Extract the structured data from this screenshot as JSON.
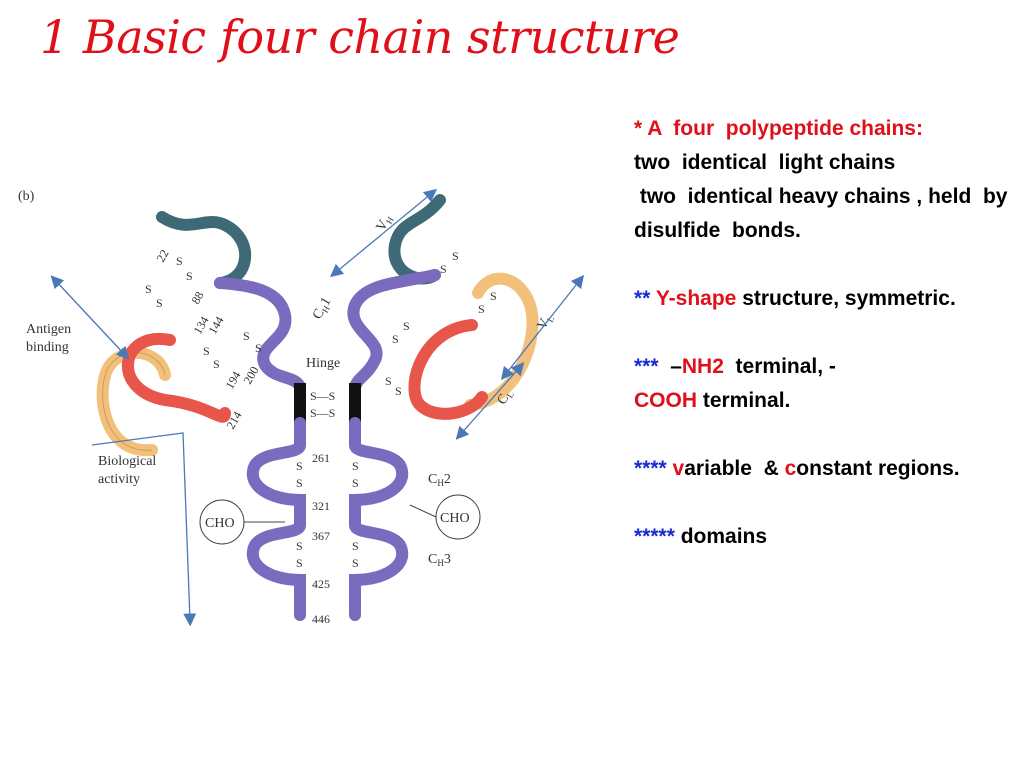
{
  "slide": {
    "title": "1 Basic four chain structure"
  },
  "diagram": {
    "panel_label": "(b)",
    "antigen_binding": [
      "Antigen",
      "binding"
    ],
    "biological_activity": [
      "Biological",
      "activity"
    ],
    "hinge": "Hinge",
    "cho_left": "CHO",
    "cho_right": "CHO",
    "region_labels": {
      "vh_v": "V",
      "vh_sub": "H",
      "ch1_c": "C",
      "ch1_sub": "H",
      "ch1_num": "1",
      "vl_v": "V",
      "vl_sub": "L",
      "cl_c": "C",
      "cl_sub": "L",
      "ch2_c": "C",
      "ch2_sub": "H",
      "ch2_num": "2",
      "ch3_c": "C",
      "ch3_sub": "H",
      "ch3_num": "3"
    },
    "residue_numbers": [
      "22",
      "88",
      "134",
      "144",
      "194",
      "200",
      "214",
      "261",
      "321",
      "367",
      "425",
      "446"
    ],
    "disulfide_label": "S—S",
    "sulfur": "S",
    "colors": {
      "heavy_variable": "#3e6a78",
      "heavy_constant": "#7b6bbf",
      "light_variable": "#f2c07a",
      "light_constant": "#e8554a",
      "hinge": "#111111",
      "arrow": "#4a78b8"
    }
  },
  "bullets": {
    "b1_stars": "* ",
    "b1_red": "A  four  polypeptide chains:",
    "b2": "two  identical  light chains",
    "b3": " two  identical heavy chains , held  by disulfide  bonds.",
    "b4_stars": "** ",
    "b4_red": "Y-shape",
    "b4_rest": " structure, symmetric.",
    "b5_stars": "***  ",
    "b5_dash": "–",
    "b5_nh2": "NH2",
    "b5_mid": "  terminal, -",
    "b5_cooh": "COOH",
    "b5_end": " terminal.",
    "b6_stars": "**** ",
    "b6_v": "v",
    "b6_mid": "ariable  & ",
    "b6_c": "c",
    "b6_end": "onstant regions.",
    "b7_stars": "***** ",
    "b7_rest": "domains"
  }
}
